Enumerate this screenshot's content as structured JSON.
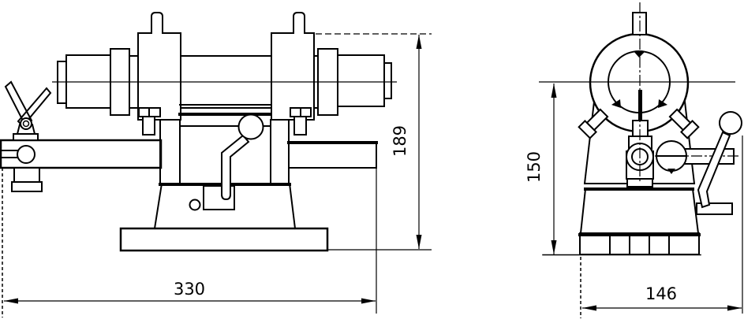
{
  "drawing": {
    "type": "two-view engineering drawing",
    "line_color": "#000000",
    "background_color": "#ffffff",
    "dimensions": {
      "front_overall_length": "330",
      "front_overall_height": "189",
      "side_center_height": "150",
      "side_overall_width": "146"
    }
  }
}
